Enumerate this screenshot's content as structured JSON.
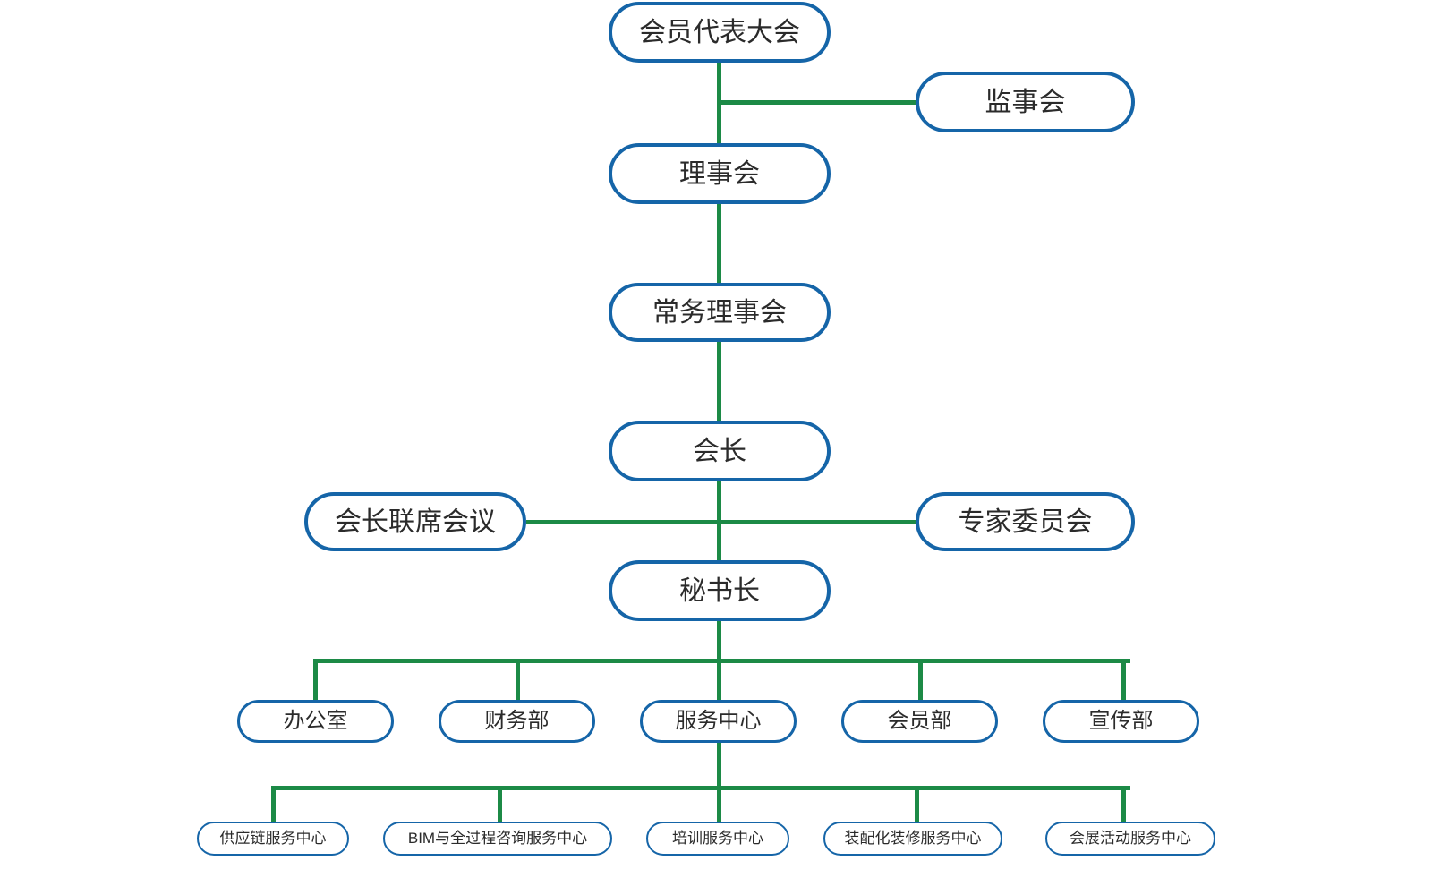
{
  "diagram": {
    "type": "organizational-chart",
    "colors": {
      "node_border": "#1565a8",
      "node_fill": "#ffffff",
      "connector": "#1c8a46",
      "text": "#2b2b2b",
      "background": "#ffffff"
    },
    "nodes": {
      "assembly": "会员代表大会",
      "supervisory": "监事会",
      "council": "理事会",
      "standing_council": "常务理事会",
      "president": "会长",
      "president_joint_meeting": "会长联席会议",
      "expert_committee": "专家委员会",
      "secretary_general": "秘书长"
    },
    "departments": [
      {
        "label": "办公室"
      },
      {
        "label": "财务部"
      },
      {
        "label": "服务中心"
      },
      {
        "label": "会员部"
      },
      {
        "label": "宣传部"
      }
    ],
    "service_centers": [
      {
        "label": "供应链服务中心"
      },
      {
        "label": "BIM与全过程咨询服务中心"
      },
      {
        "label": "培训服务中心"
      },
      {
        "label": "装配化装修服务中心"
      },
      {
        "label": "会展活动服务中心"
      }
    ]
  }
}
